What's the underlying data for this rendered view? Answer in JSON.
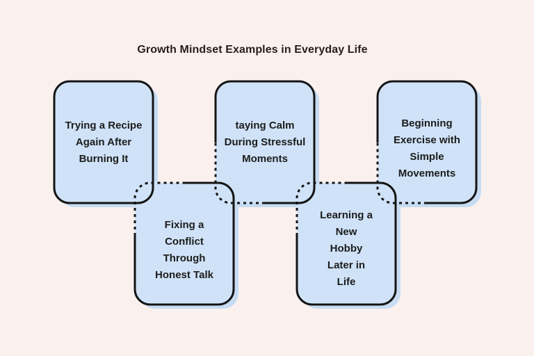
{
  "title": "Growth Mindset Examples in Everyday Life",
  "colors": {
    "background": "#faf1ee",
    "card_fill": "#cfe2f7",
    "card_shadow": "#c7dcf2",
    "border": "#141414",
    "title_text": "#261e18",
    "card_text": "#1c1c1c"
  },
  "cards": [
    {
      "id": 1,
      "position": "top-left",
      "border_style": "solid",
      "label": "Trying a Recipe Again After Burning It",
      "lines": [
        "Trying a Recipe",
        "Again After",
        "Burning It"
      ]
    },
    {
      "id": 2,
      "position": "bottom-left",
      "border_style": "solid with dashed top-left quadrant",
      "label": "Fixing a Conflict Through Honest Talk",
      "lines": [
        "Fixing a",
        "Conflict",
        "Through",
        "Honest Talk"
      ]
    },
    {
      "id": 3,
      "position": "top-center",
      "border_style": "solid with dashed bottom-left quadrant",
      "label": "taying Calm During Stressful Moments",
      "lines": [
        "taying Calm",
        "During Stressful",
        "Moments"
      ]
    },
    {
      "id": 4,
      "position": "bottom-right",
      "border_style": "solid with dashed top-left quadrant",
      "label": "Learning a New Hobby Later in Life",
      "lines": [
        "Learning a",
        "New",
        "Hobby",
        "Later in",
        "Life"
      ]
    },
    {
      "id": 5,
      "position": "top-right",
      "border_style": "solid with dashed bottom-left quadrant",
      "label": "Beginning Exercise with Simple Movements",
      "lines": [
        "Beginning",
        "Exercise with",
        "Simple",
        "Movements"
      ]
    }
  ]
}
